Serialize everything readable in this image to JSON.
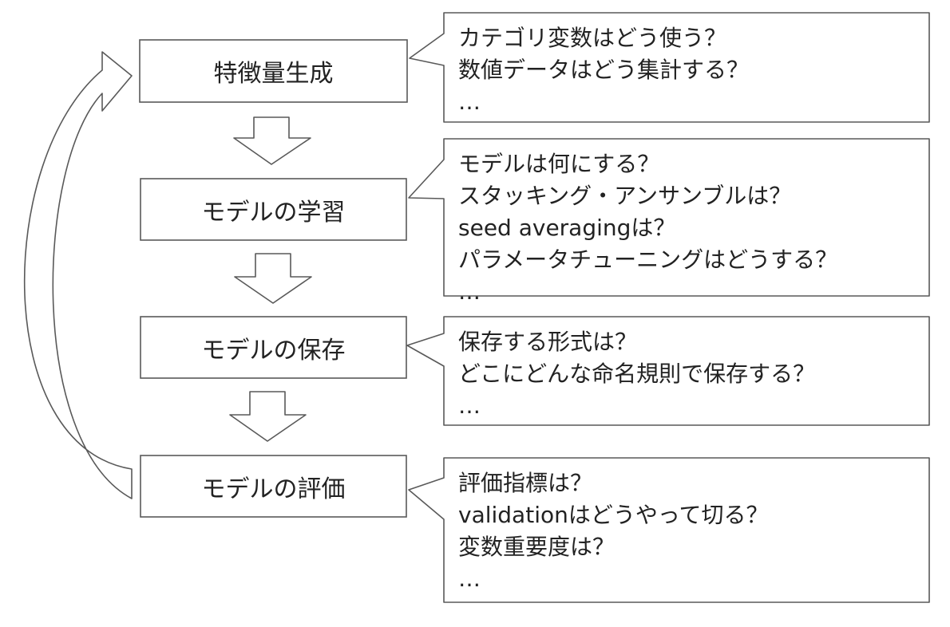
{
  "steps": [
    {
      "label": "特徴量生成"
    },
    {
      "label": "モデルの学習"
    },
    {
      "label": "モデルの保存"
    },
    {
      "label": "モデルの評価"
    }
  ],
  "questions": [
    {
      "lines": [
        "カテゴリ変数はどう使う？",
        "数値データはどう集計する？",
        "…"
      ]
    },
    {
      "lines": [
        "モデルは何にする？",
        "スタッキング・アンサンブルは？",
        "seed averagingは？",
        "パラメータチューニングはどうする？",
        "…"
      ]
    },
    {
      "lines": [
        "保存する形式は？",
        "どこにどんな命名規則で保存する？",
        "…"
      ]
    },
    {
      "lines": [
        "評価指標は？",
        "validationはどうやって切る？",
        "変数重要度は？",
        "…"
      ]
    }
  ],
  "colors": {
    "stroke": "#595959",
    "text": "#222222",
    "background": "#ffffff"
  }
}
